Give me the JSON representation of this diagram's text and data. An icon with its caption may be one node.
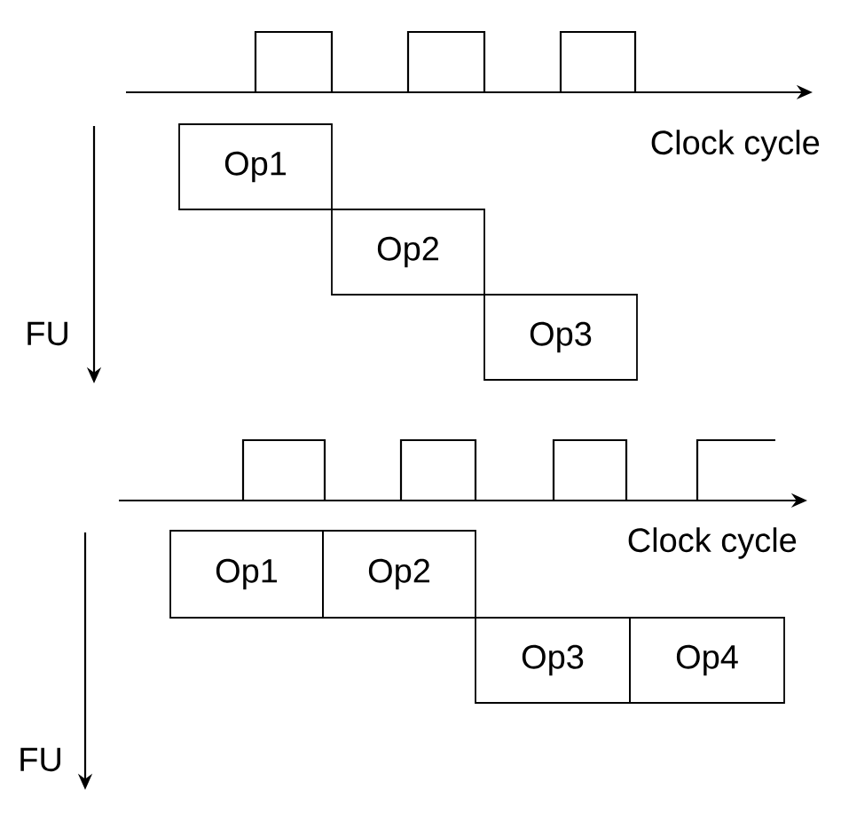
{
  "diagram": {
    "nodes": [
      {
        "text": [
          "Op1"
        ]
      },
      {
        "text": [
          "Op2"
        ]
      },
      {
        "text": [
          "Op3"
        ]
      },
      {
        "text": [
          "Op1"
        ]
      },
      {
        "text": [
          "Op2"
        ]
      },
      {
        "text": [
          "Op3"
        ]
      },
      {
        "text": [
          "Op4"
        ]
      }
    ],
    "labels": [
      "Clock cycle",
      "FU",
      "Clock cycle",
      "FU"
    ]
  }
}
